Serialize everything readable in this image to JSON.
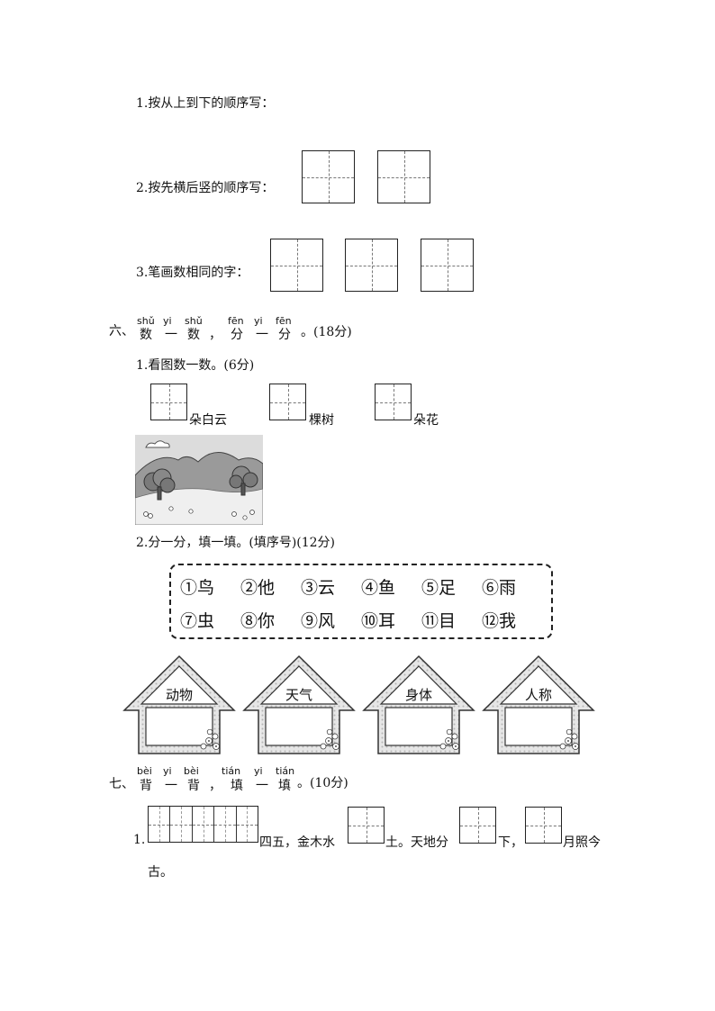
{
  "q1": {
    "l1": "1.按从上到下的顺序写：",
    "l2": "2.按先横后竖的顺序写：",
    "l3": "3.笔画数相同的字："
  },
  "sec6": {
    "num": "六、",
    "pinyin": [
      "shǔ",
      "yi",
      "shǔ",
      "fēn",
      "yi",
      "fēn"
    ],
    "hanzi": [
      "数",
      "一",
      "数",
      "分",
      "一",
      "分"
    ],
    "comma": "，",
    "tail": "。(18分)"
  },
  "p1": {
    "title": "1.看图数一数。(6分)",
    "items": [
      "朵白云",
      "棵树",
      "朵花"
    ]
  },
  "p2": {
    "title": "2.分一分，填一填。(填序号)(12分)",
    "chars": [
      "①鸟",
      "②他",
      "③云",
      "④鱼",
      "⑤足",
      "⑥雨",
      "⑦虫",
      "⑧你",
      "⑨风",
      "⑩耳",
      "⑪目",
      "⑫我"
    ]
  },
  "houses": [
    "动物",
    "天气",
    "身体",
    "人称"
  ],
  "sec7": {
    "num": "七、",
    "pinyin": [
      "bèi",
      "yi",
      "bèi",
      "tián",
      "yi",
      "tián"
    ],
    "hanzi": [
      "背",
      "一",
      "背",
      "填",
      "一",
      "填"
    ],
    "comma": "，",
    "tail": "。(10分)"
  },
  "fill": {
    "num": "1.",
    "t1": "四五，金木水",
    "t2": "土。天地分",
    "t3": "下，",
    "t4": "月照今",
    "t5": "古。"
  }
}
